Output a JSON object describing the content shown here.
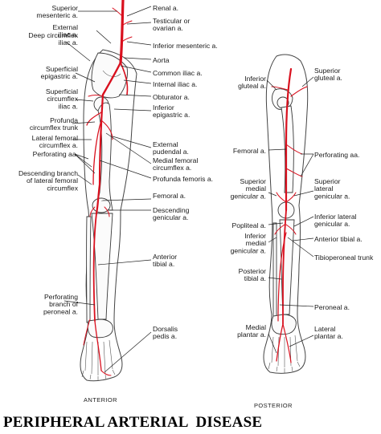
{
  "caption": "PERIPHERAL ARTERIAL  DISEASE",
  "anterior": {
    "view_label": "ANTERIOR",
    "left_labels": [
      [
        "Superior",
        "mesenteric a."
      ],
      [
        "External",
        "iliac a."
      ],
      [
        "Deep circumflex",
        "iliac a."
      ],
      [
        "Superficial",
        "epigastric a."
      ],
      [
        "Superficial",
        "circumflex",
        "iliac a."
      ],
      [
        "Profunda",
        "circumflex trunk"
      ],
      [
        "Lateral femoral",
        "circumflex a."
      ],
      [
        "Perforating aa."
      ],
      [
        "Descending branch",
        "of lateral femoral",
        "circumflex"
      ],
      [
        "Perforating",
        "branch of",
        "peroneal a."
      ]
    ],
    "right_labels": [
      [
        "Renal a."
      ],
      [
        "Testicular or",
        "ovarian a."
      ],
      [
        "Inferior mesenteric a."
      ],
      [
        "Aorta"
      ],
      [
        "Common iliac a."
      ],
      [
        "Internal iliac a."
      ],
      [
        "Obturator a."
      ],
      [
        "Inferior",
        "epigastric a."
      ],
      [
        "External",
        "pudendal a."
      ],
      [
        "Medial femoral",
        "circumflex a."
      ],
      [
        "Profunda femoris a."
      ],
      [
        "Femoral a."
      ],
      [
        "Descending",
        "genicular a."
      ],
      [
        "Anterior",
        "tibial a."
      ],
      [
        "Dorsalis",
        "pedis a."
      ]
    ]
  },
  "posterior": {
    "view_label": "POSTERIOR",
    "left_labels": [
      [
        "Inferior",
        "gluteal a."
      ],
      [
        "Femoral a."
      ],
      [
        "Superior",
        "medial",
        "genicular a."
      ],
      [
        "Popliteal a."
      ],
      [
        "Inferior",
        "medial",
        "genicular a."
      ],
      [
        "Posterior",
        "tibial a."
      ],
      [
        "Medial",
        "plantar a."
      ]
    ],
    "right_labels": [
      [
        "Superior",
        "gluteal a."
      ],
      [
        "Perforating aa."
      ],
      [
        "Superior",
        "lateral",
        "genicular a."
      ],
      [
        "Inferior lateral",
        "genicular a."
      ],
      [
        "Anterior tibial a."
      ],
      [
        "Tibioperoneal trunk"
      ],
      [
        "Peroneal a."
      ],
      [
        "Lateral",
        "plantar a."
      ]
    ]
  },
  "colors": {
    "artery": "#d9101e",
    "text": "#1a1a1a",
    "bone_outline": "#3a3a3a"
  }
}
